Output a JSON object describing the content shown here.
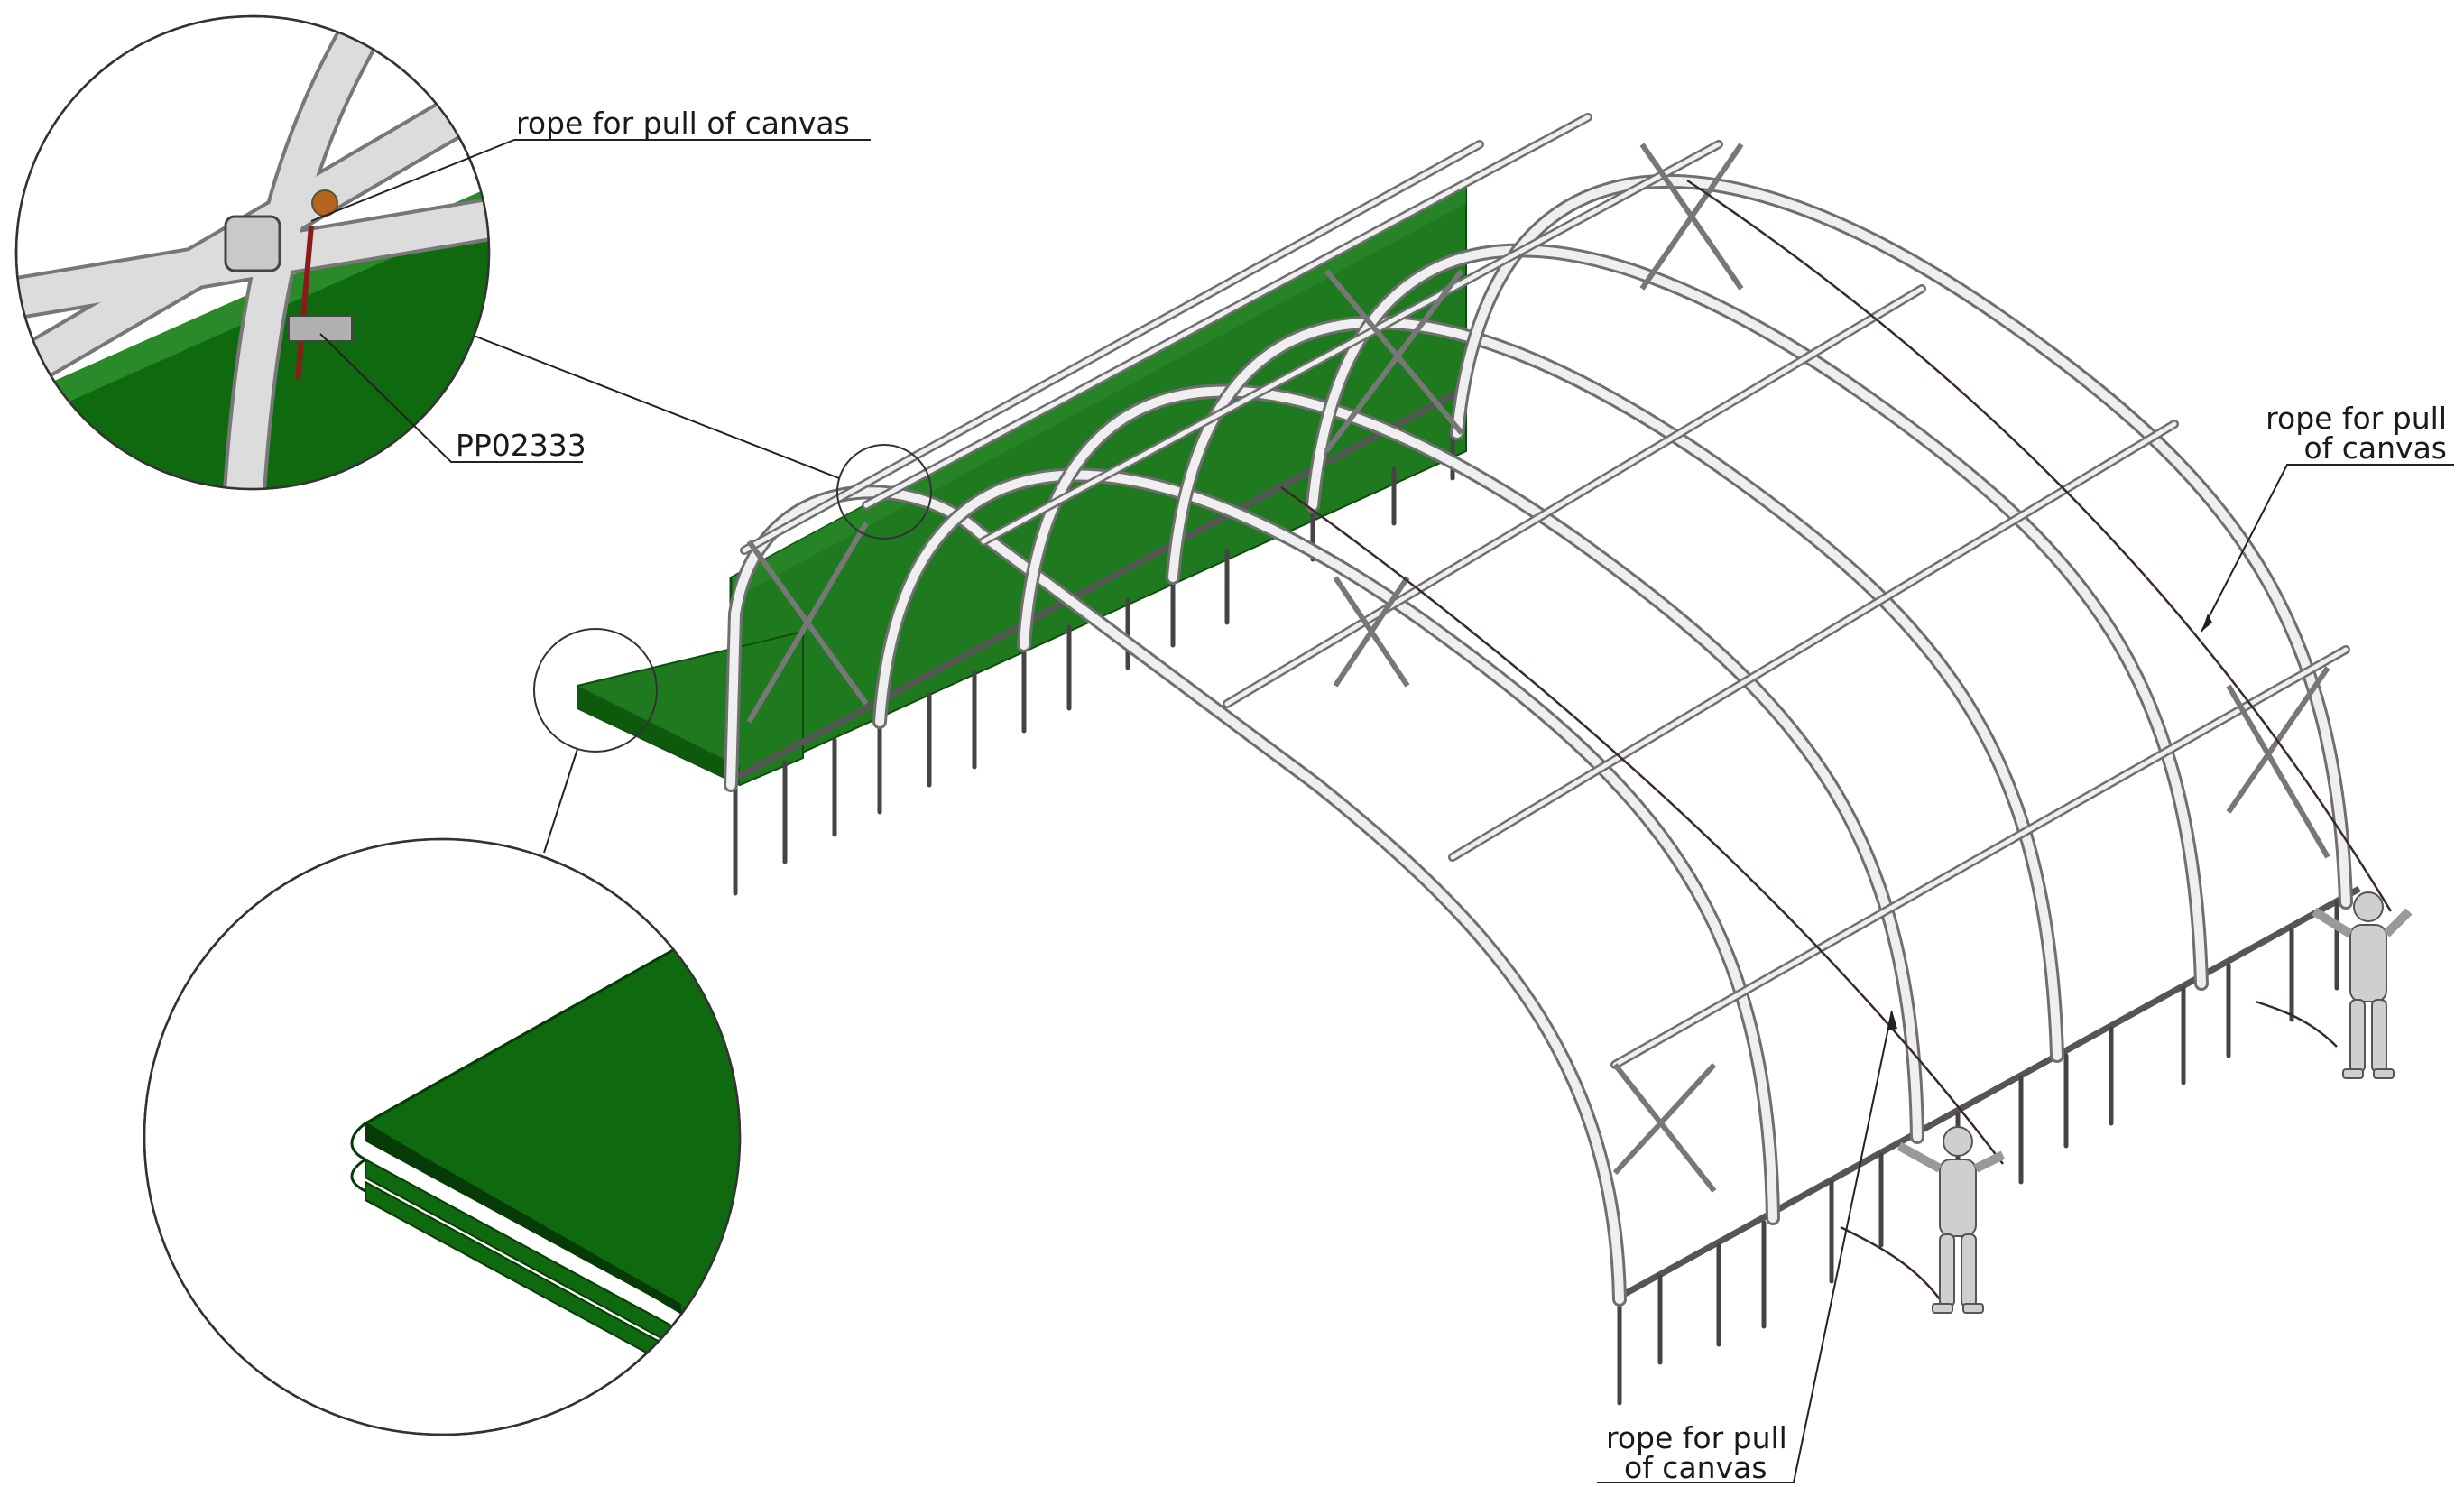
{
  "drawing": {
    "labels": {
      "rope_detail_top": "rope for pull of canvas",
      "part_number": "PP02333",
      "rope_right_line1": "rope for pull",
      "rope_right_line2": "of canvas",
      "rope_bottom_line1": "rope for pull",
      "rope_bottom_line2": "of canvas"
    },
    "colors": {
      "canvas_green": "#1f7a1f",
      "canvas_dark": "#0d5a0d",
      "pipe": "#e8e8e8",
      "pipe_outline": "#6f6f6f",
      "rope": "#8b1a1a"
    }
  }
}
